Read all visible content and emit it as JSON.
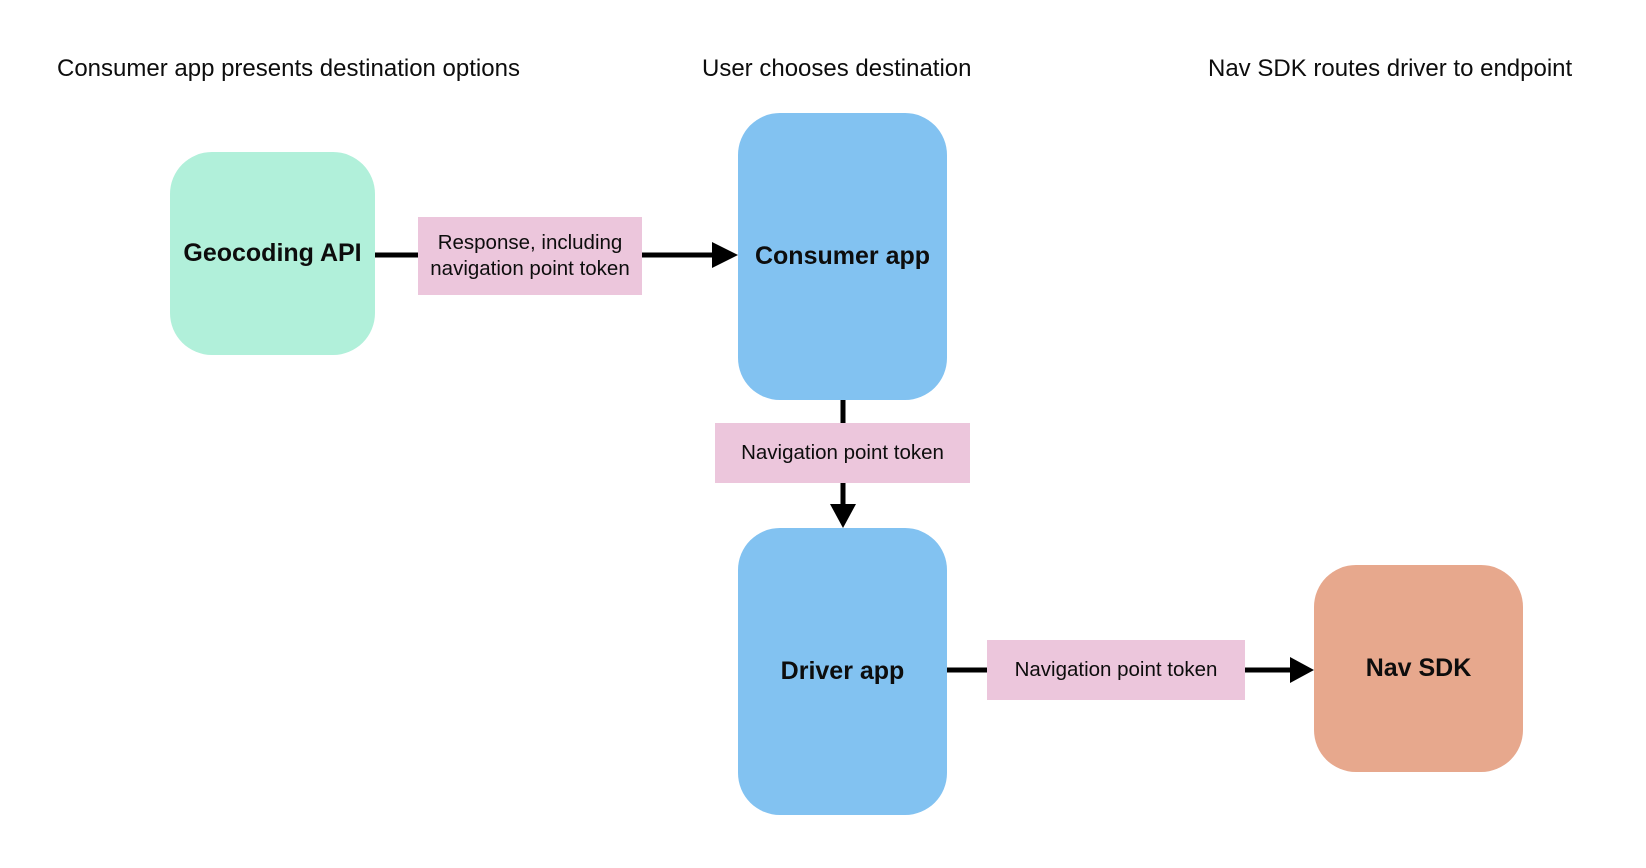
{
  "diagram": {
    "phases": [
      {
        "label": "Consumer app presents destination options"
      },
      {
        "label": "User chooses destination"
      },
      {
        "label": "Nav SDK routes driver to endpoint"
      }
    ],
    "nodes": [
      {
        "id": "geocoding-api",
        "label": "Geocoding API",
        "color": "#b1f0da"
      },
      {
        "id": "consumer-app",
        "label": "Consumer app",
        "color": "#82c2f1"
      },
      {
        "id": "driver-app",
        "label": "Driver app",
        "color": "#82c2f1"
      },
      {
        "id": "nav-sdk",
        "label": "Nav SDK",
        "color": "#e7a88d"
      }
    ],
    "edges": [
      {
        "from": "geocoding-api",
        "to": "consumer-app",
        "label": "Response, including navigation point token"
      },
      {
        "from": "consumer-app",
        "to": "driver-app",
        "label": "Navigation point token"
      },
      {
        "from": "driver-app",
        "to": "nav-sdk",
        "label": "Navigation point token"
      }
    ],
    "edge_label_bg": "#ecc6dc",
    "arrow_color": "#000000"
  }
}
